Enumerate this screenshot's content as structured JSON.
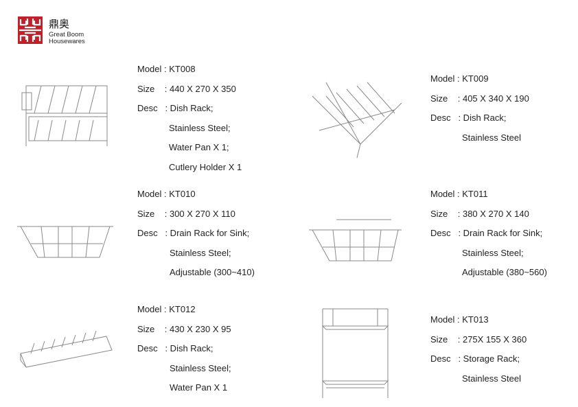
{
  "brand": {
    "chinese": "鼎奥",
    "name_line1": "Great Boom",
    "name_line2": "Housewares",
    "color": "#c0202a"
  },
  "products": [
    {
      "model": "Model : KT008",
      "size": "Size    : 440 X 270 X 350",
      "desc": [
        "Desc   : Dish Rack;",
        "Stainless Steel;",
        "Water Pan X 1;",
        "Cutlery Holder X 1"
      ]
    },
    {
      "model": "Model : KT009",
      "size": "Size    : 405 X 340 X 190",
      "desc": [
        "Desc   : Dish Rack;",
        "Stainless Steel"
      ]
    },
    {
      "model": "Model : KT010",
      "size": "Size    : 300 X 270 X 110",
      "desc": [
        "Desc   : Drain Rack for Sink;",
        "Stainless Steel;",
        "Adjustable (300~410)"
      ]
    },
    {
      "model": "Model : KT011",
      "size": "Size    : 380 X 270 X 140",
      "desc": [
        "Desc   : Drain Rack for Sink;",
        "Stainless Steel;",
        "Adjustable (380~560)"
      ]
    },
    {
      "model": "Model : KT012",
      "size": "Size    : 430 X 230 X 95",
      "desc": [
        "Desc   : Dish Rack;",
        "Stainless Steel;",
        "Water Pan X 1"
      ]
    },
    {
      "model": "Model : KT013",
      "size": "Size    : 275X 155 X 360",
      "desc": [
        "Desc   : Storage Rack;",
        "Stainless Steel"
      ]
    }
  ]
}
